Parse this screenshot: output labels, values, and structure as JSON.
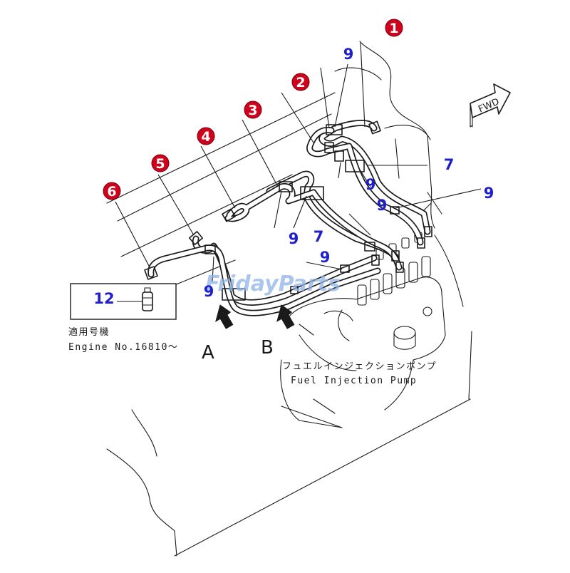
{
  "diagram": {
    "callouts_red": [
      {
        "id": "c1",
        "label": "1"
      },
      {
        "id": "c2",
        "label": "2"
      },
      {
        "id": "c3",
        "label": "3"
      },
      {
        "id": "c4",
        "label": "4"
      },
      {
        "id": "c5",
        "label": "5"
      },
      {
        "id": "c6",
        "label": "6"
      }
    ],
    "callouts_blue": [
      "9",
      "9",
      "9",
      "9",
      "9",
      "9",
      "9",
      "7",
      "7",
      "12"
    ],
    "fwd_label": "FWD",
    "view_labels": {
      "a": "A",
      "b": "B"
    },
    "inset": {
      "part_number": "12",
      "jp_label": "適用号機",
      "engine_label": "Engine No.16810～"
    },
    "pump_label_jp": "フュエルインジェクションポンプ",
    "pump_label_en": "Fuel Injection Pump",
    "watermark": "FridayParts",
    "colors": {
      "red_badge": "#d0021b",
      "blue_label": "#1f1fcc",
      "line": "#1a1a1a"
    }
  }
}
